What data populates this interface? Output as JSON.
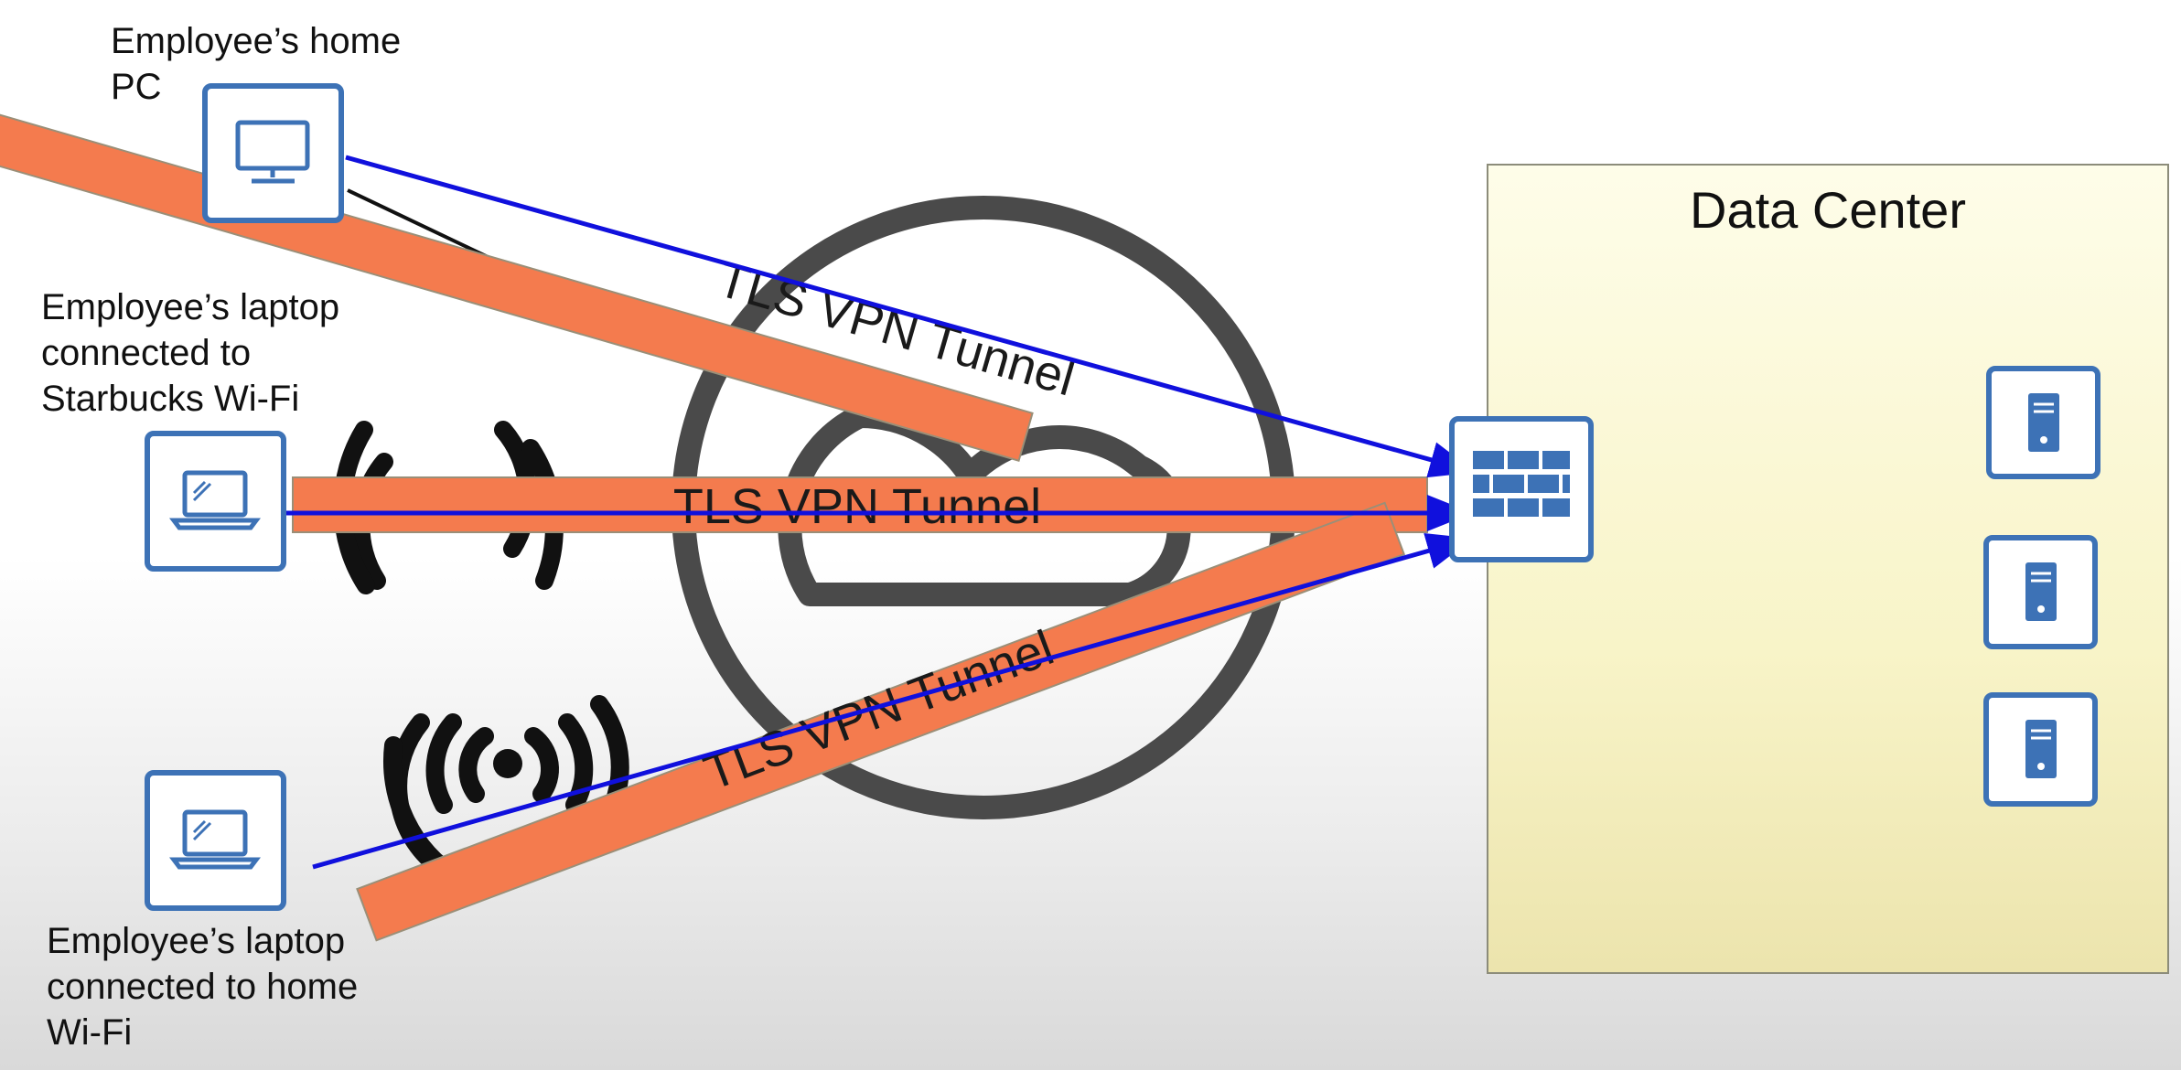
{
  "labels": {
    "home_pc": [
      "Employee’s home",
      "PC"
    ],
    "starbucks_laptop": [
      "Employee’s laptop",
      "connected to",
      "Starbucks Wi-Fi"
    ],
    "home_wifi_laptop": [
      "Employee’s laptop",
      "connected to home",
      "Wi-Fi"
    ]
  },
  "data_center": {
    "title": "Data Center"
  },
  "tunnels": [
    {
      "label": "TLS VPN Tunnel"
    },
    {
      "label": "TLS VPN Tunnel"
    },
    {
      "label": "TLS VPN Tunnel"
    }
  ],
  "icons": {
    "internet": "cloud-icon",
    "home_pc": "monitor-icon",
    "laptops": "laptop-icon",
    "wifi": "wifi-signal-icon",
    "firewall": "firewall-icon",
    "servers": "server-icon"
  },
  "colors": {
    "tunnel": "#f47b4e",
    "arrows": "#1010dd",
    "device_border": "#3d72b6",
    "cloud": "#4a4a4a",
    "data_center_fill": "#fbf8d6"
  }
}
